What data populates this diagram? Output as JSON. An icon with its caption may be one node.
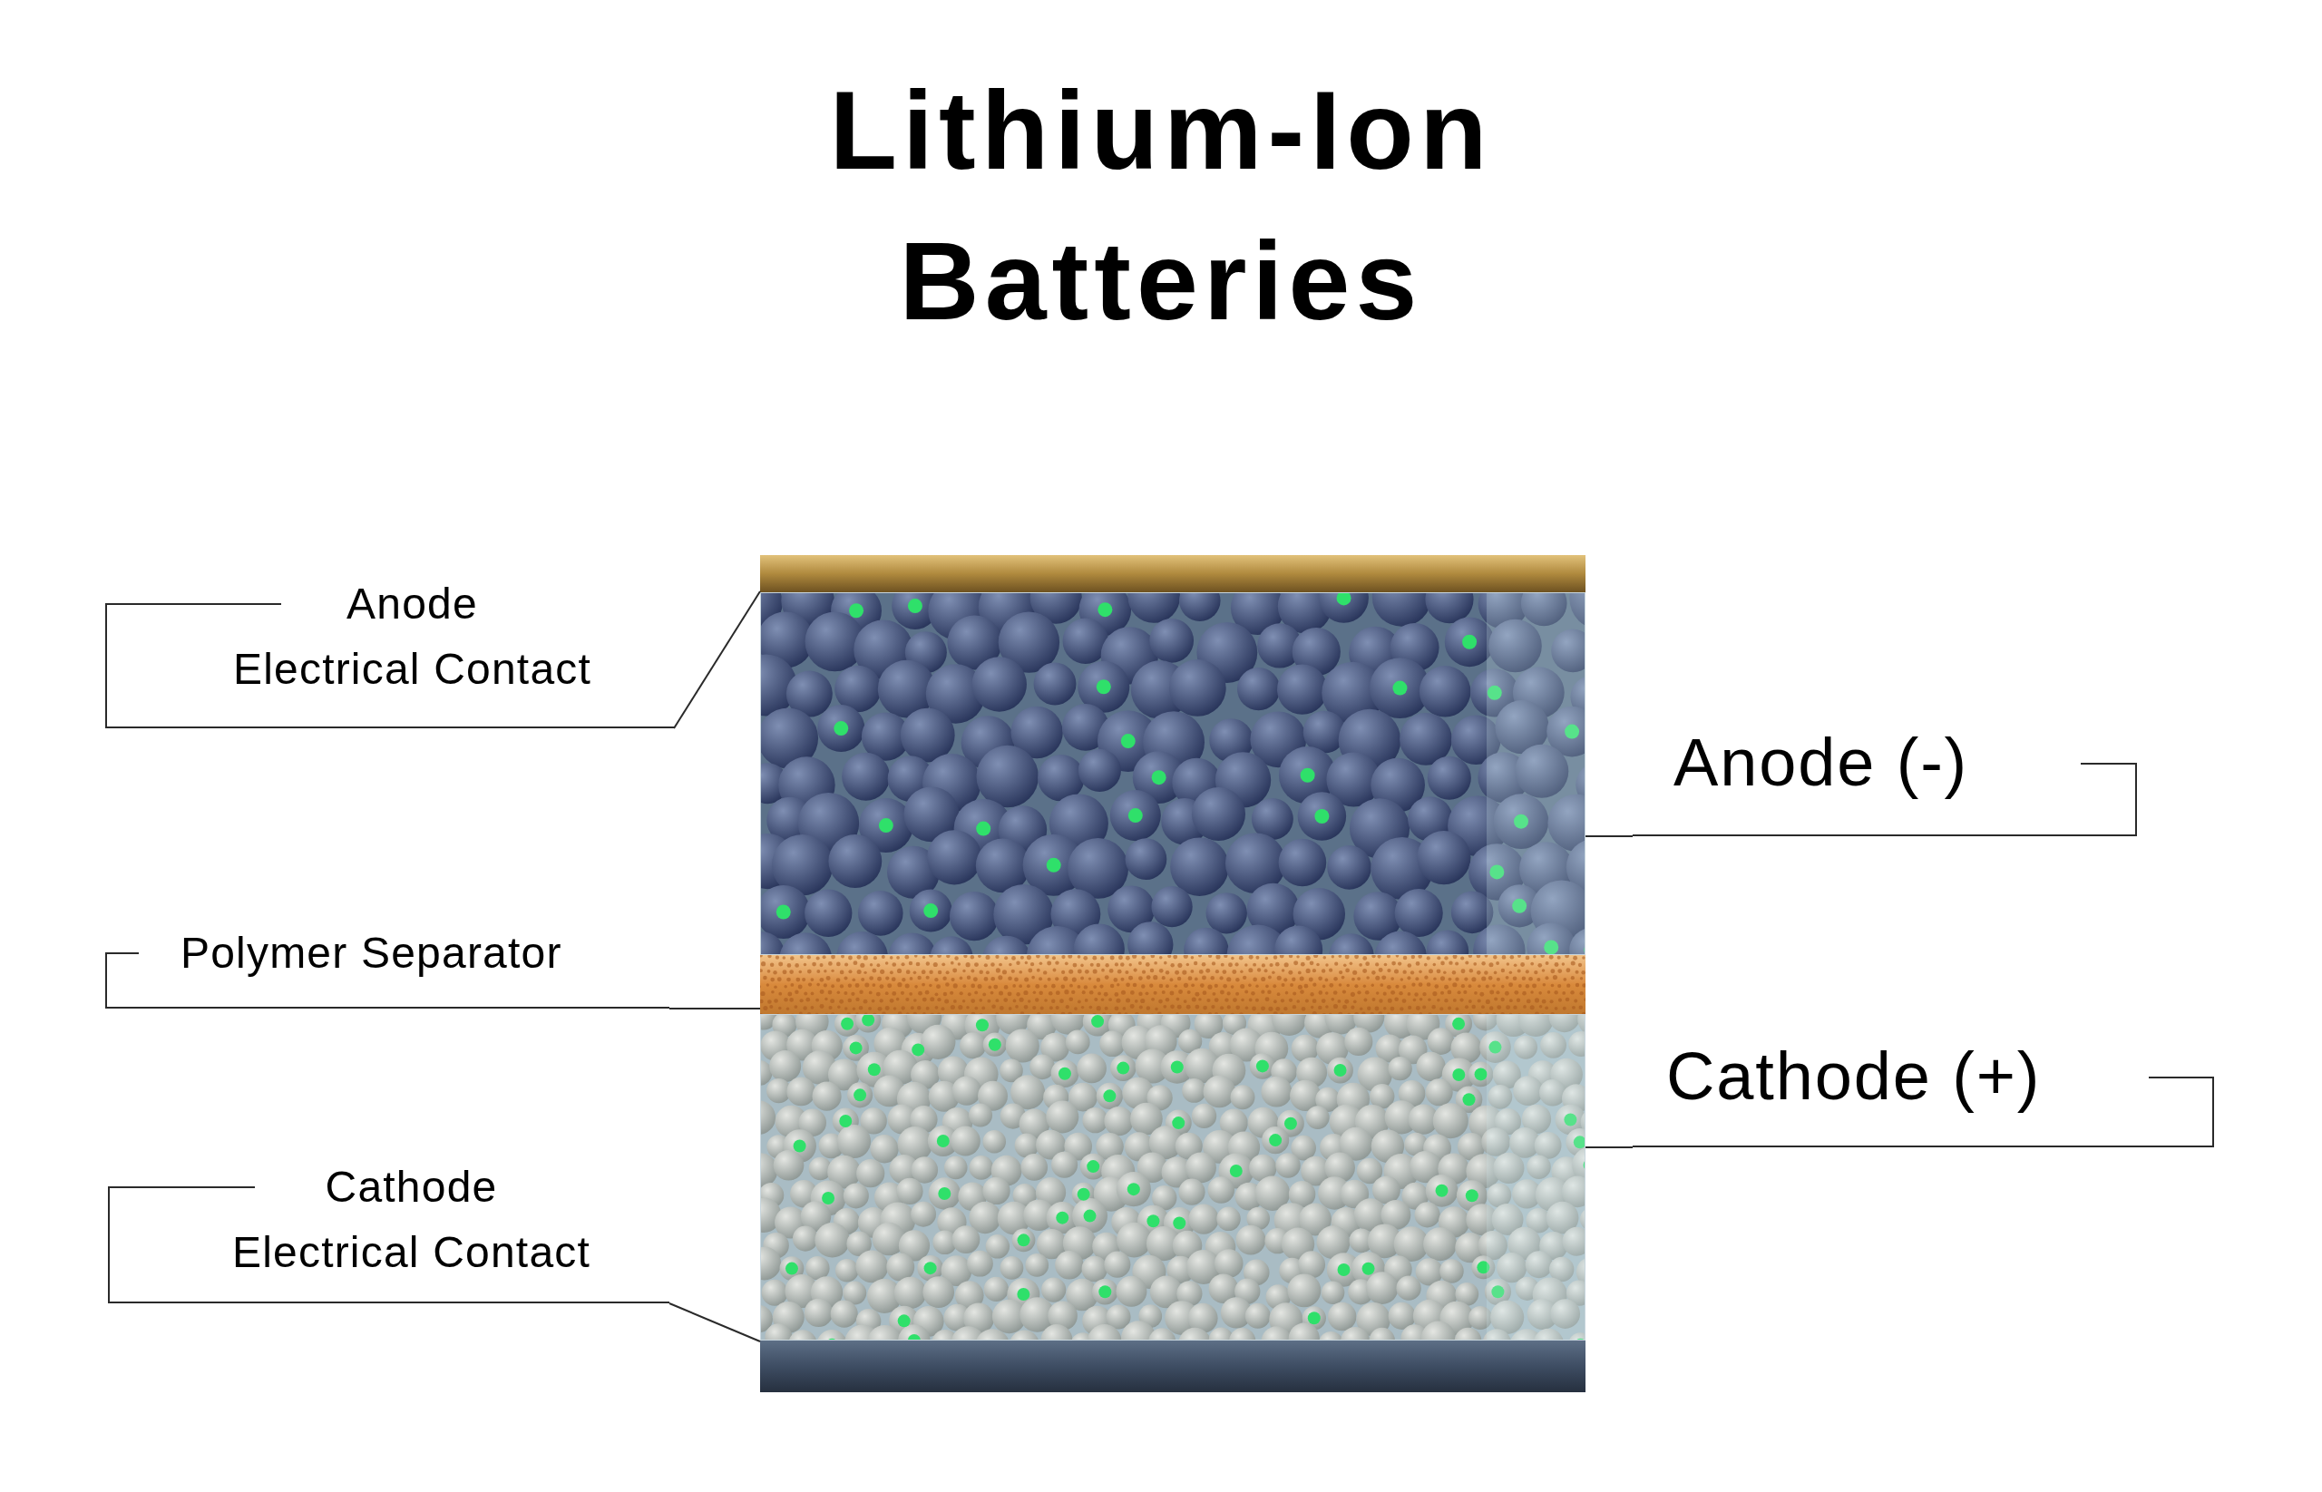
{
  "diagram": {
    "title": "Lithium-Ion Batteries",
    "nodes": [
      {
        "text": [
          "Anode",
          "Electrical Contact"
        ]
      },
      {
        "text": [
          "Polymer Separator"
        ]
      },
      {
        "text": [
          "Cathode",
          "Electrical Contact"
        ]
      },
      {
        "text": [
          "Anode (-)"
        ]
      },
      {
        "text": [
          "Cathode (+)"
        ]
      },
      {
        "text": [],
        "shape": "bar"
      },
      {
        "text": [],
        "shape": "box"
      },
      {
        "text": [],
        "shape": "bar"
      },
      {
        "text": [],
        "shape": "box"
      },
      {
        "text": [],
        "shape": "bar"
      }
    ],
    "edges": [
      {
        "from": 0,
        "to": 5,
        "arrow": "none"
      },
      {
        "from": 1,
        "to": 7,
        "arrow": "none"
      },
      {
        "from": 2,
        "to": 9,
        "arrow": "none"
      },
      {
        "from": 3,
        "to": 6,
        "arrow": "none"
      },
      {
        "from": 4,
        "to": 8,
        "arrow": "none"
      }
    ]
  }
}
